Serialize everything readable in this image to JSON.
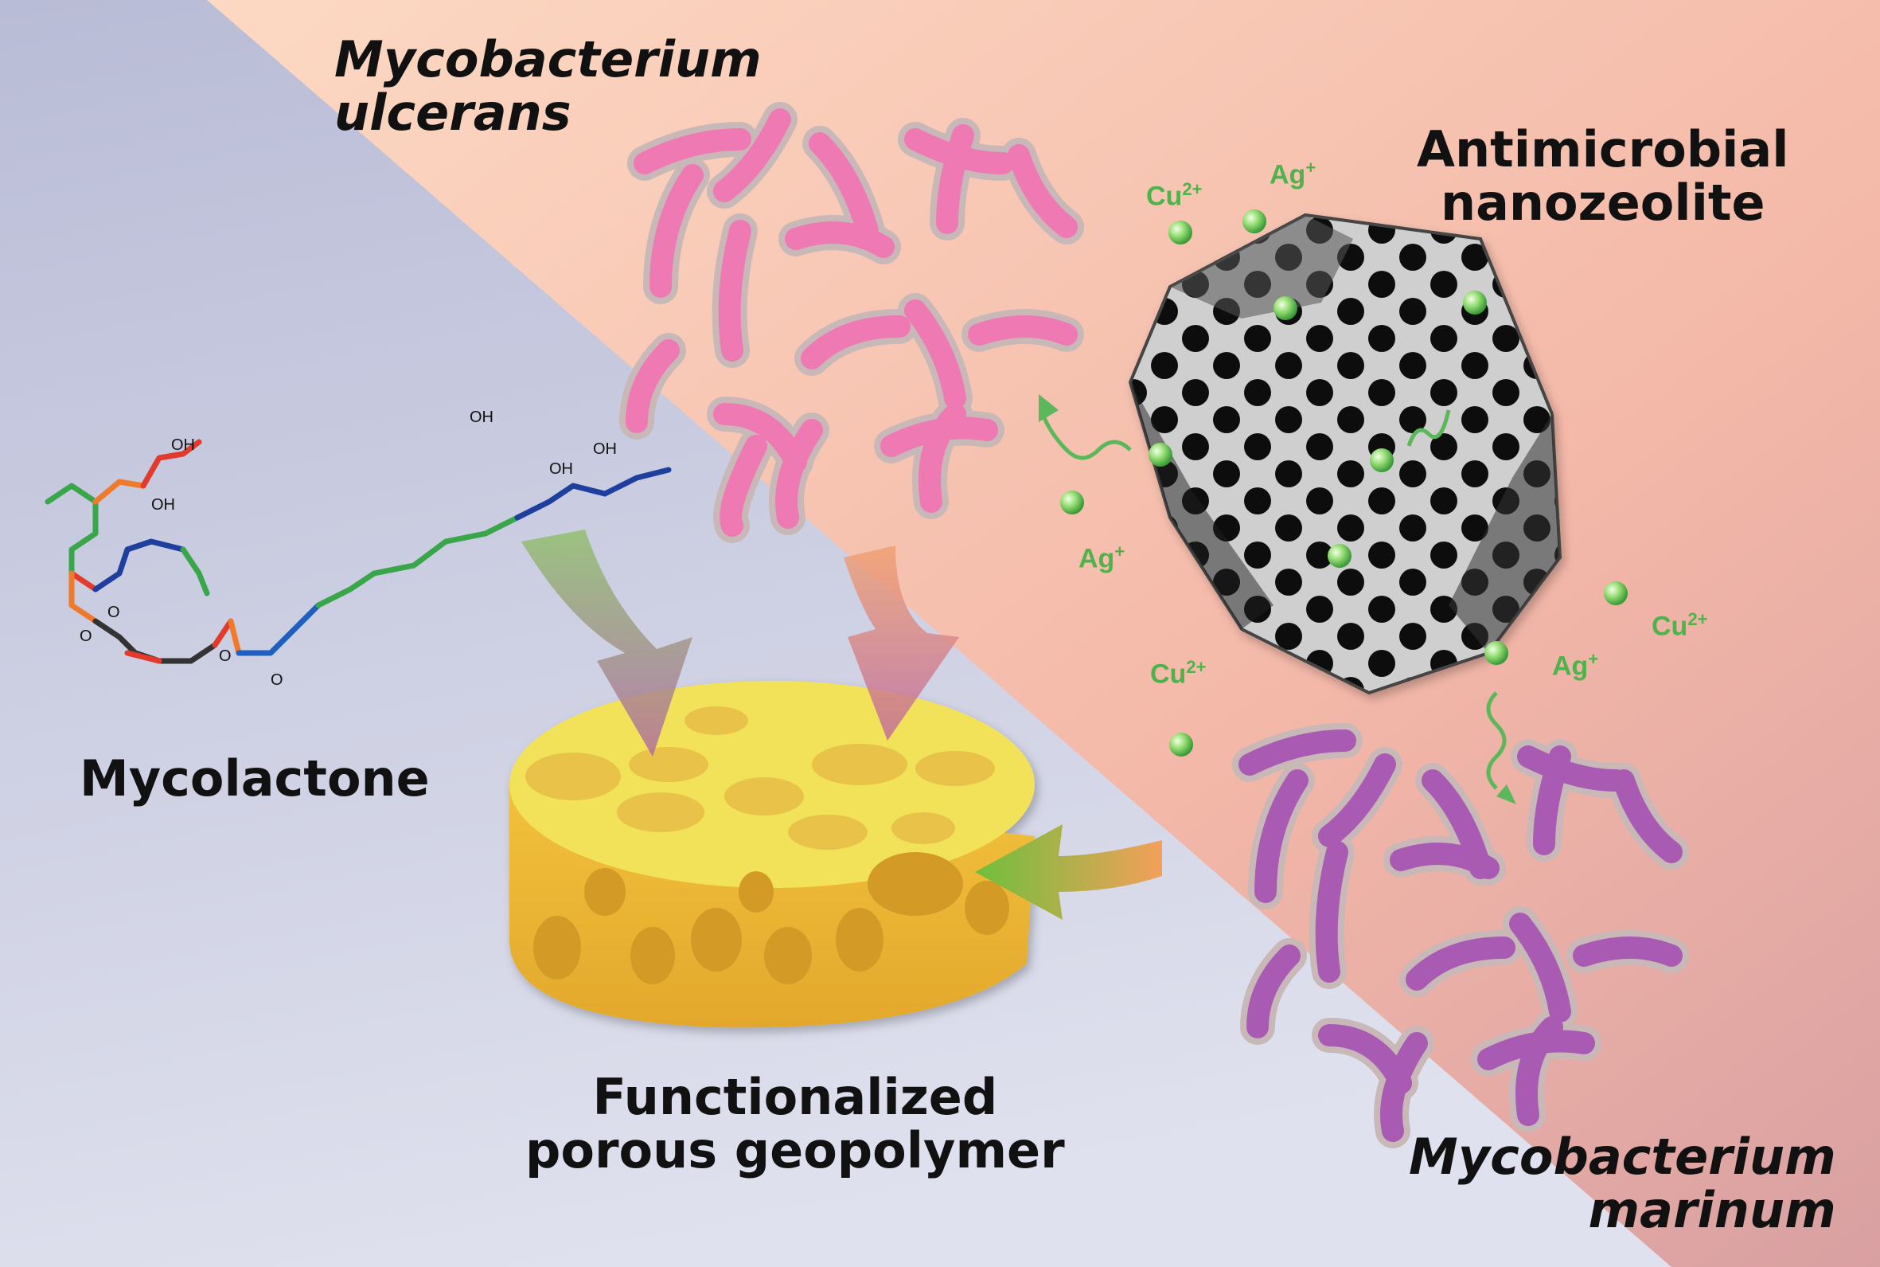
{
  "labels": {
    "mu_line1": "Mycobacterium",
    "mu_line2": "ulcerans",
    "antimicrobial_line1": "Antimicrobial",
    "antimicrobial_line2": "nanozeolite",
    "mycolactone": "Mycolactone",
    "geopolymer_line1": "Functionalized",
    "geopolymer_line2": "porous geopolymer",
    "mm_line1": "Mycobacterium",
    "mm_line2": "marinum"
  },
  "ions": [
    {
      "base": "Cu",
      "charge": "2+"
    },
    {
      "base": "Ag",
      "charge": "+"
    },
    {
      "base": "Ag",
      "charge": "+"
    },
    {
      "base": "Cu",
      "charge": "2+"
    },
    {
      "base": "Ag",
      "charge": "+"
    },
    {
      "base": "Cu",
      "charge": "2+"
    }
  ],
  "molecule": {
    "atoms": [
      "OH",
      "OH",
      "OH",
      "OH",
      "OH",
      "O",
      "O",
      "O",
      "O"
    ]
  },
  "colors": {
    "background_left": "#c9cce1",
    "background_right": "#f6c3b2",
    "bacteria_ulcerans": "#ee79b3",
    "bacteria_marinum": "#a95bb4",
    "ion_green": "#4db34a",
    "geopolymer_yellow": "#f2d64a"
  }
}
